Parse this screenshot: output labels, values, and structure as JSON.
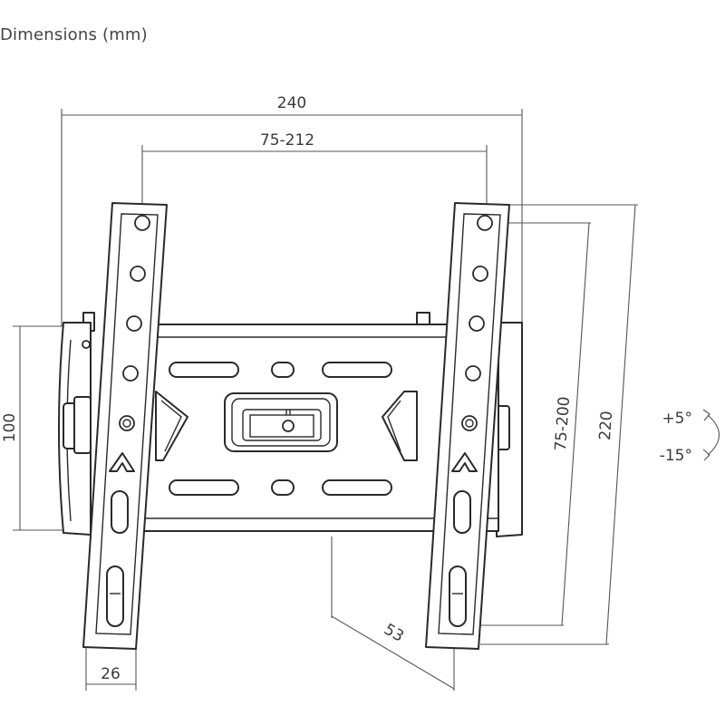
{
  "title": "Dimensions (mm)",
  "dimensions": {
    "overall_width": "240",
    "vesa_horizontal": "75-212",
    "overall_height": "220",
    "vesa_vertical": "75-200",
    "wall_plate_height": "100",
    "arm_width": "26",
    "wall_distance": "53"
  },
  "tilt": {
    "up": "+5°",
    "down": "-15°"
  },
  "colors": {
    "line": "#2a2a2a",
    "dimension": "#555555",
    "text": "#3a3a3a"
  }
}
